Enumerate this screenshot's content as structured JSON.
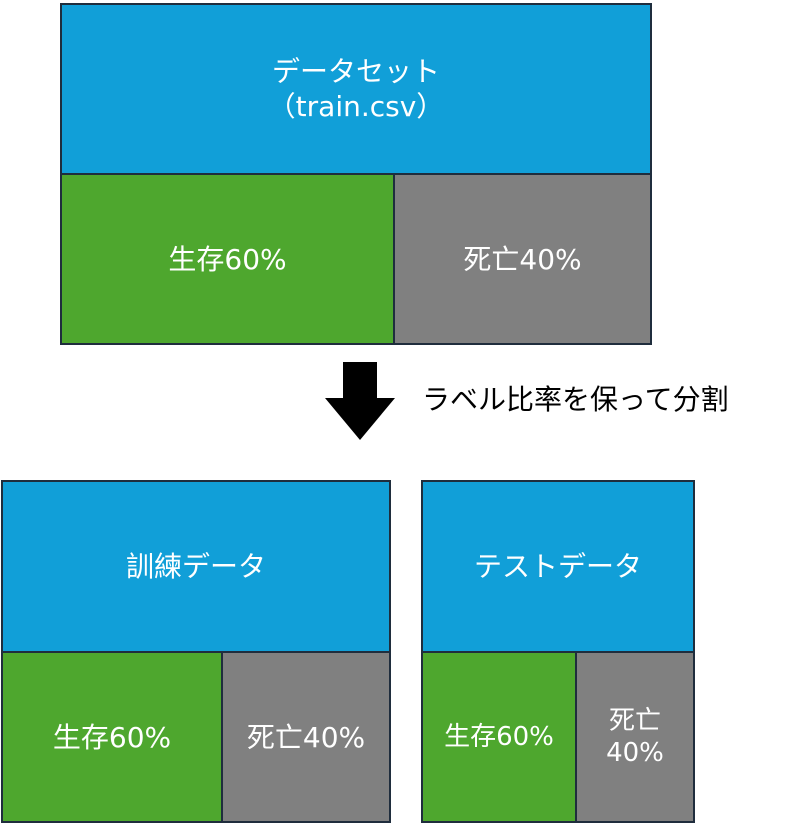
{
  "dataset": {
    "title": "データセット\n（train.csv）",
    "survived": "生存60%",
    "died": "死亡40%"
  },
  "split_label": "ラベル比率を保って分割",
  "train": {
    "title": "訓練データ",
    "survived": "生存60%",
    "died": "死亡40%"
  },
  "test": {
    "title": "テストデータ",
    "survived": "生存60%",
    "died": "死亡\n40%"
  },
  "colors": {
    "header": "#119fd8",
    "survived": "#4ea72e",
    "died": "#808080",
    "border": "#1f2d3d"
  }
}
